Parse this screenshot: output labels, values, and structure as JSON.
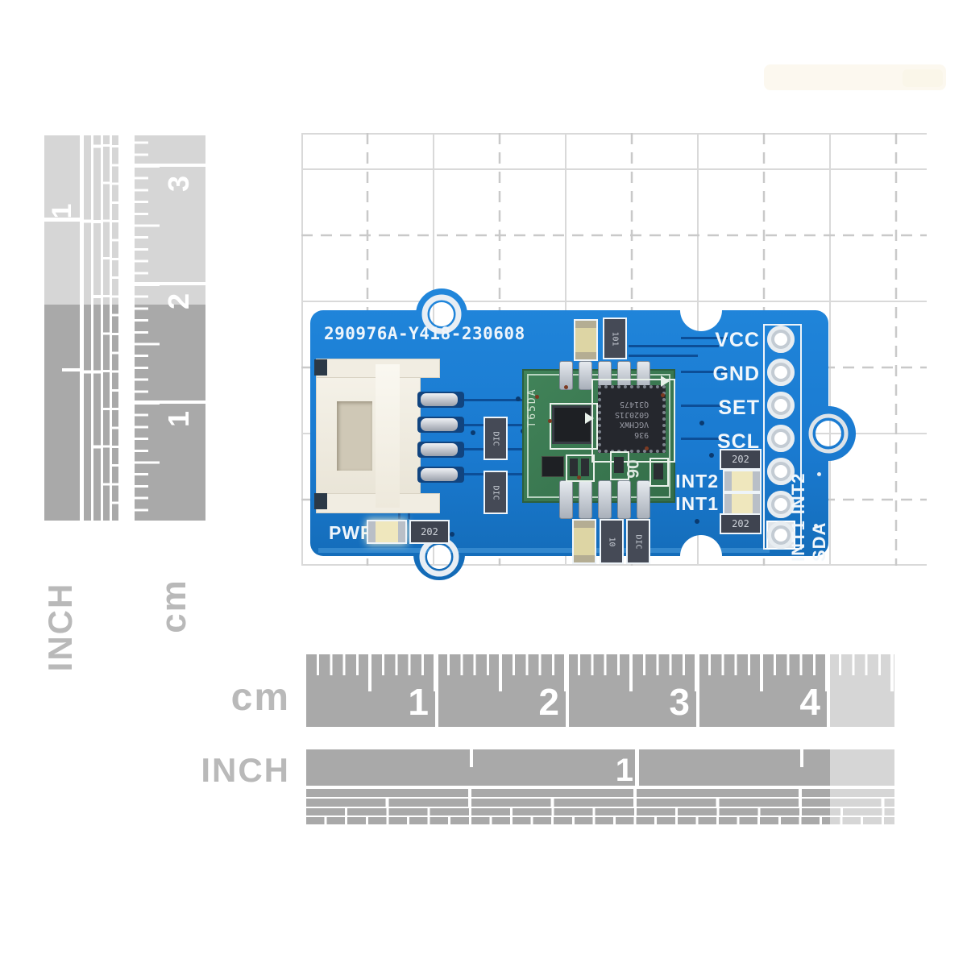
{
  "scene": "Grove sensor PCB product photo with measurement rulers on graph paper",
  "board": {
    "silkscreen_title": "290976A-Y418-230608",
    "header_pins": [
      "VCC",
      "GND",
      "SET",
      "SCL"
    ],
    "side_vertical_labels": "INT1 INT2 SDA",
    "int2_label": "INT2",
    "int1_label": "INT1",
    "pwr_label": "PWR",
    "resistor_code": "202",
    "component_codes": {
      "c1": "101",
      "c2": "DIC",
      "c3": "10"
    },
    "module": {
      "vertical_code": "T65DA",
      "rot_code": "06",
      "chip_lines": [
        "936",
        "VGCHWX",
        "G020J1S",
        "Q31475"
      ]
    }
  },
  "rulers": {
    "left_inch": {
      "label": "INCH",
      "numbers": [
        "1"
      ]
    },
    "left_cm": {
      "label": "cm",
      "numbers": [
        "3",
        "2",
        "1"
      ]
    },
    "bottom_cm": {
      "label": "cm",
      "numbers": [
        "1",
        "2",
        "3",
        "4"
      ]
    },
    "bottom_inch": {
      "label": "INCH",
      "numbers": [
        "1"
      ]
    }
  },
  "colors": {
    "board_blue": "#1a7bd0",
    "board_blue_dark": "#1265ad",
    "module_green": "#3d7e55",
    "ruler_gray": "#a9a9a9",
    "ruler_light": "#dcdcdc",
    "silkscreen_white": "#f2f7fb",
    "grid_line": "#d9d9d9"
  }
}
